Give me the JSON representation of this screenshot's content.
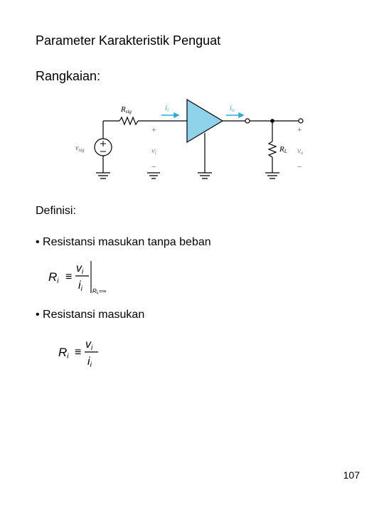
{
  "slide": {
    "title": "Parameter Karakteristik Penguat",
    "subtitle": "Rangkaian:",
    "definition_heading": "Definisi:",
    "bullets": [
      "• Resistansi masukan tanpa beban",
      "• Resistansi masukan"
    ],
    "page_number": "107"
  },
  "circuit": {
    "labels": {
      "source_resistor": "R",
      "source_resistor_sub": "sig",
      "input_current": "i",
      "input_current_sub": "i",
      "output_current": "i",
      "output_current_sub": "o",
      "source_voltage": "v",
      "source_voltage_sub": "sig",
      "input_voltage": "v",
      "input_voltage_sub": "i",
      "load_resistor": "R",
      "load_resistor_sub": "L",
      "output_voltage": "v",
      "output_voltage_sub": "o",
      "plus": "+",
      "minus": "−"
    },
    "colors": {
      "amplifier_fill": "#8fd3ea",
      "arrow": "#2aa8d8",
      "wire": "#000000",
      "polarity": "#7a7a7a"
    }
  },
  "formulas": {
    "f1": {
      "lhs": "R",
      "lhs_sub": "i",
      "equiv": "≡",
      "num": "v",
      "num_sub": "i",
      "den": "i",
      "den_sub": "i",
      "cond": "R",
      "cond_sub": "L",
      "cond_rel": "=∞"
    },
    "f2": {
      "lhs": "R",
      "lhs_sub": "i",
      "equiv": "≡",
      "num": "v",
      "num_sub": "i",
      "den": "i",
      "den_sub": "i"
    }
  }
}
